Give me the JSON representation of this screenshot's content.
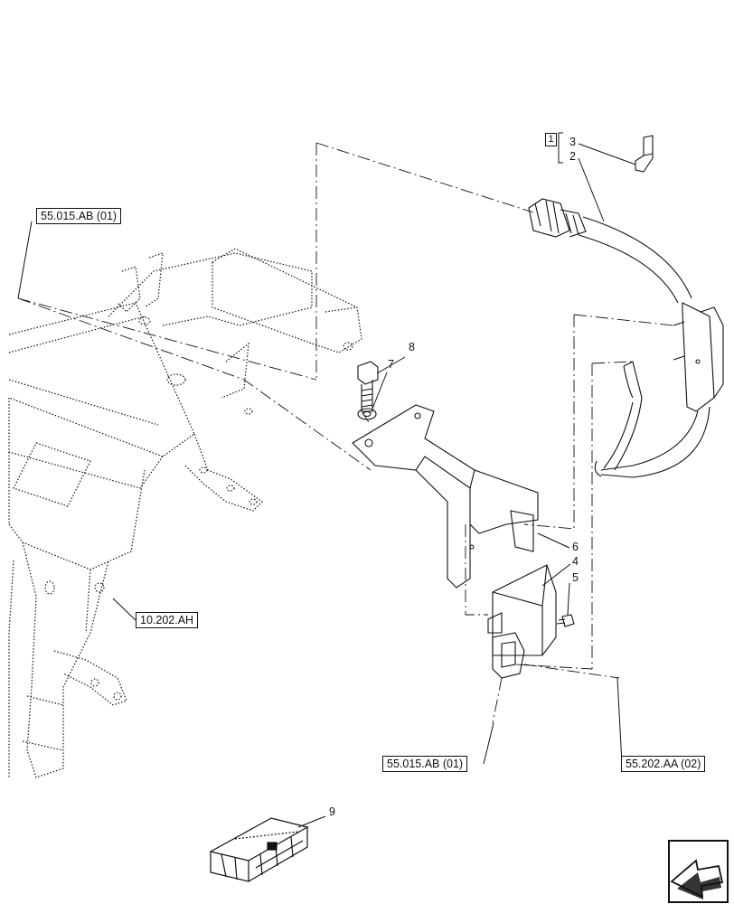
{
  "references": {
    "ref_top_left": "55.015.AB (01)",
    "ref_frame": "10.202.AH",
    "ref_bottom_mid": "55.015.AB (01)",
    "ref_bottom_right": "55.202.AA (02)"
  },
  "group_marker": "1",
  "callouts": {
    "c2": "2",
    "c3": "3",
    "c4": "4",
    "c5": "5",
    "c6": "6",
    "c7": "7",
    "c8": "8",
    "c9": "9"
  },
  "icons": [
    "arrow-badge-icon",
    "parts-crate-icon"
  ],
  "colors": {
    "line": "#111111",
    "background": "#ffffff"
  }
}
